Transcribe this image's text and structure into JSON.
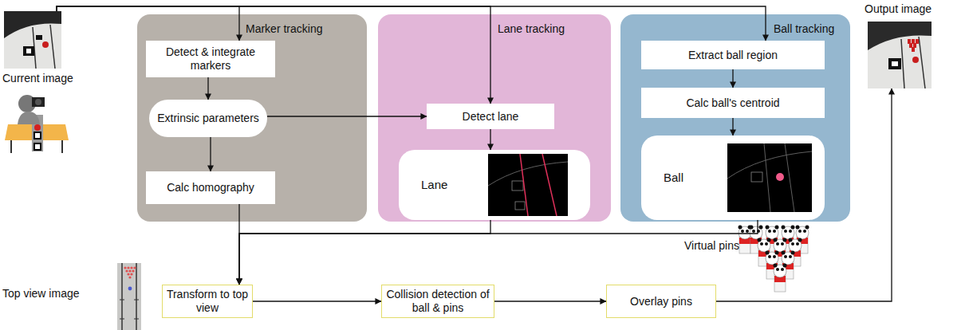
{
  "diagram": {
    "nodes": [
      {
        "text": [
          "Current image"
        ]
      },
      {
        "text": [
          "Marker tracking"
        ]
      },
      {
        "text": [
          "Detect & integrate markers"
        ],
        "in": 1
      },
      {
        "text": [
          "Extrinsic parameters"
        ],
        "in": 1
      },
      {
        "text": [
          "Calc homography"
        ],
        "in": 1
      },
      {
        "text": [
          "Lane tracking"
        ]
      },
      {
        "text": [
          "Detect lane"
        ],
        "in": 5
      },
      {
        "text": [
          "Lane"
        ],
        "in": 5
      },
      {
        "text": [
          "Ball tracking"
        ]
      },
      {
        "text": [
          "Extract ball region"
        ],
        "in": 8
      },
      {
        "text": [
          "Calc ball's centroid"
        ],
        "in": 8
      },
      {
        "text": [
          "Ball"
        ],
        "in": 8
      },
      {
        "text": [
          "Output image"
        ]
      },
      {
        "text": [
          "Transform to top view"
        ]
      },
      {
        "text": [
          "Collision detection of ball & pins"
        ]
      },
      {
        "text": [
          "Overlay pins"
        ]
      }
    ],
    "edges": [
      {
        "from": 0,
        "to": 2,
        "arrow": "to"
      },
      {
        "from": 0,
        "to": 6,
        "arrow": "to"
      },
      {
        "from": 0,
        "to": 9,
        "arrow": "to"
      },
      {
        "from": 2,
        "to": 3,
        "arrow": "to"
      },
      {
        "from": 3,
        "to": 4,
        "arrow": "to"
      },
      {
        "from": 3,
        "to": 6,
        "arrow": "to"
      },
      {
        "from": 6,
        "to": 7,
        "arrow": "to"
      },
      {
        "from": 9,
        "to": 10,
        "arrow": "to"
      },
      {
        "from": 10,
        "to": 11,
        "arrow": "to"
      },
      {
        "from": 4,
        "to": 13,
        "arrow": "to"
      },
      {
        "from": 7,
        "to": 13,
        "arrow": "to"
      },
      {
        "from": 11,
        "to": 13,
        "arrow": "to"
      },
      {
        "from": 13,
        "to": 14,
        "arrow": "to"
      },
      {
        "from": 14,
        "to": 15,
        "arrow": "to"
      },
      {
        "from": 15,
        "to": 12,
        "arrow": "to"
      }
    ],
    "labels": [
      "Top view image",
      "Virtual pins"
    ]
  }
}
